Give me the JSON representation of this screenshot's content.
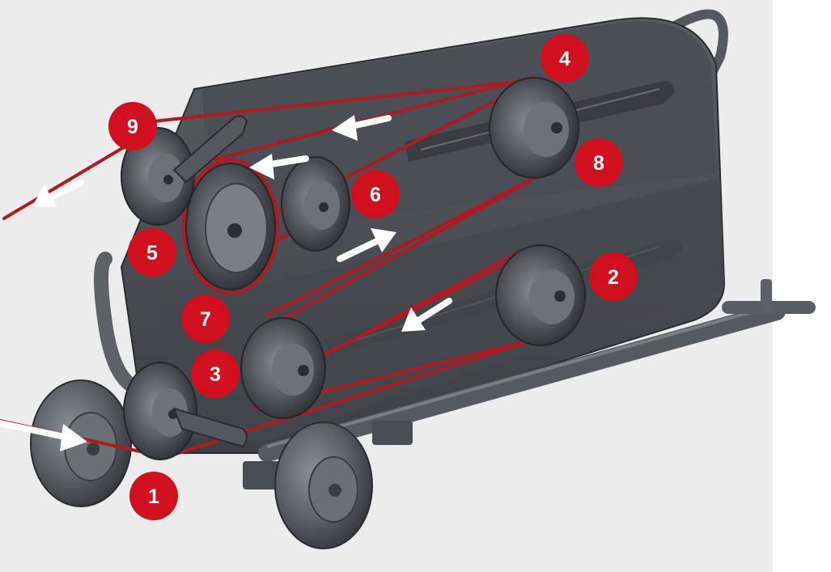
{
  "labels": [
    {
      "id": "1",
      "text": "1"
    },
    {
      "id": "2",
      "text": "2"
    },
    {
      "id": "3",
      "text": "3"
    },
    {
      "id": "4",
      "text": "4"
    },
    {
      "id": "5",
      "text": "5"
    },
    {
      "id": "6",
      "text": "6"
    },
    {
      "id": "7",
      "text": "7"
    },
    {
      "id": "8",
      "text": "8"
    },
    {
      "id": "9",
      "text": "9"
    }
  ],
  "colors": {
    "background": "#ececec",
    "machine_body": "#4a4d53",
    "machine_dark": "#2f3136",
    "machine_light": "#70747b",
    "wire": "#b01a22",
    "badge": "#d0101e",
    "arrow": "#ffffff"
  }
}
